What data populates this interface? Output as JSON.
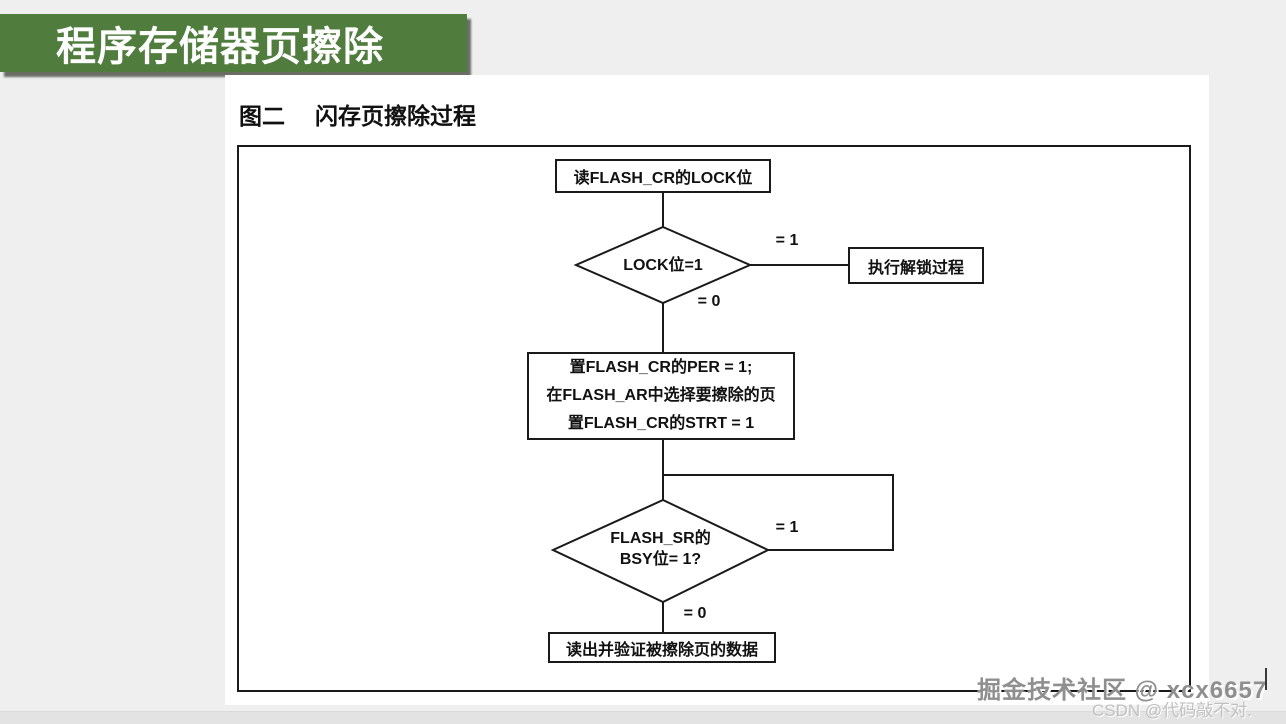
{
  "banner": {
    "title": "程序存储器页擦除"
  },
  "figure": {
    "number": "图二",
    "caption": "闪存页擦除过程"
  },
  "flowchart": {
    "nodes": {
      "read_lock": "读FLASH_CR的LOCK位",
      "lock_decision": "LOCK位=1",
      "unlock_process": "执行解锁过程",
      "erase_setup": [
        "置FLASH_CR的PER = 1;",
        "在FLASH_AR中选择要擦除的页",
        "置FLASH_CR的STRT = 1"
      ],
      "busy_decision": [
        "FLASH_SR的",
        "BSY位= 1?"
      ],
      "verify": "读出并验证被擦除页的数据"
    },
    "edge_labels": {
      "lock_yes": "= 1",
      "lock_no": "= 0",
      "busy_yes": "= 1",
      "busy_no": "= 0"
    }
  },
  "watermarks": {
    "juejin": "掘金技术社区 @ xcx6657",
    "csdn": "CSDN @代码敲不对."
  },
  "colors": {
    "banner_green": "#507c3e",
    "ink": "#1a1a1a",
    "page_bg": "#efefef"
  }
}
